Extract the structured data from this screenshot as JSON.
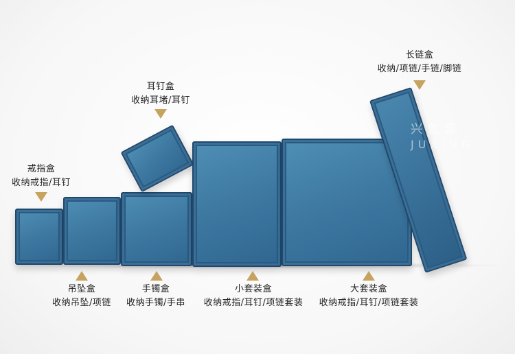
{
  "labels": {
    "ring": {
      "title": "戒指盒",
      "desc": "收纳戒指/耳钉"
    },
    "earring": {
      "title": "耳钉盒",
      "desc": "收纳耳堵/耳钉"
    },
    "long": {
      "title": "长链盒",
      "desc": "收纳/项链/手链/脚链"
    },
    "pendant": {
      "title": "吊坠盒",
      "desc": "收纳吊坠/项链"
    },
    "bracelet": {
      "title": "手镯盒",
      "desc": "收纳手镯/手串"
    },
    "small_set": {
      "title": "小套装盒",
      "desc": "收纳戒指/耳钉/项链套装"
    },
    "large_set": {
      "title": "大套装盒",
      "desc": "收纳戒指/耳钉/项链套装"
    }
  },
  "watermark": {
    "cn": "兴包装",
    "en": "JUXING"
  },
  "colors": {
    "box": "#3f7aa3",
    "arrow": "#c6a35f"
  }
}
